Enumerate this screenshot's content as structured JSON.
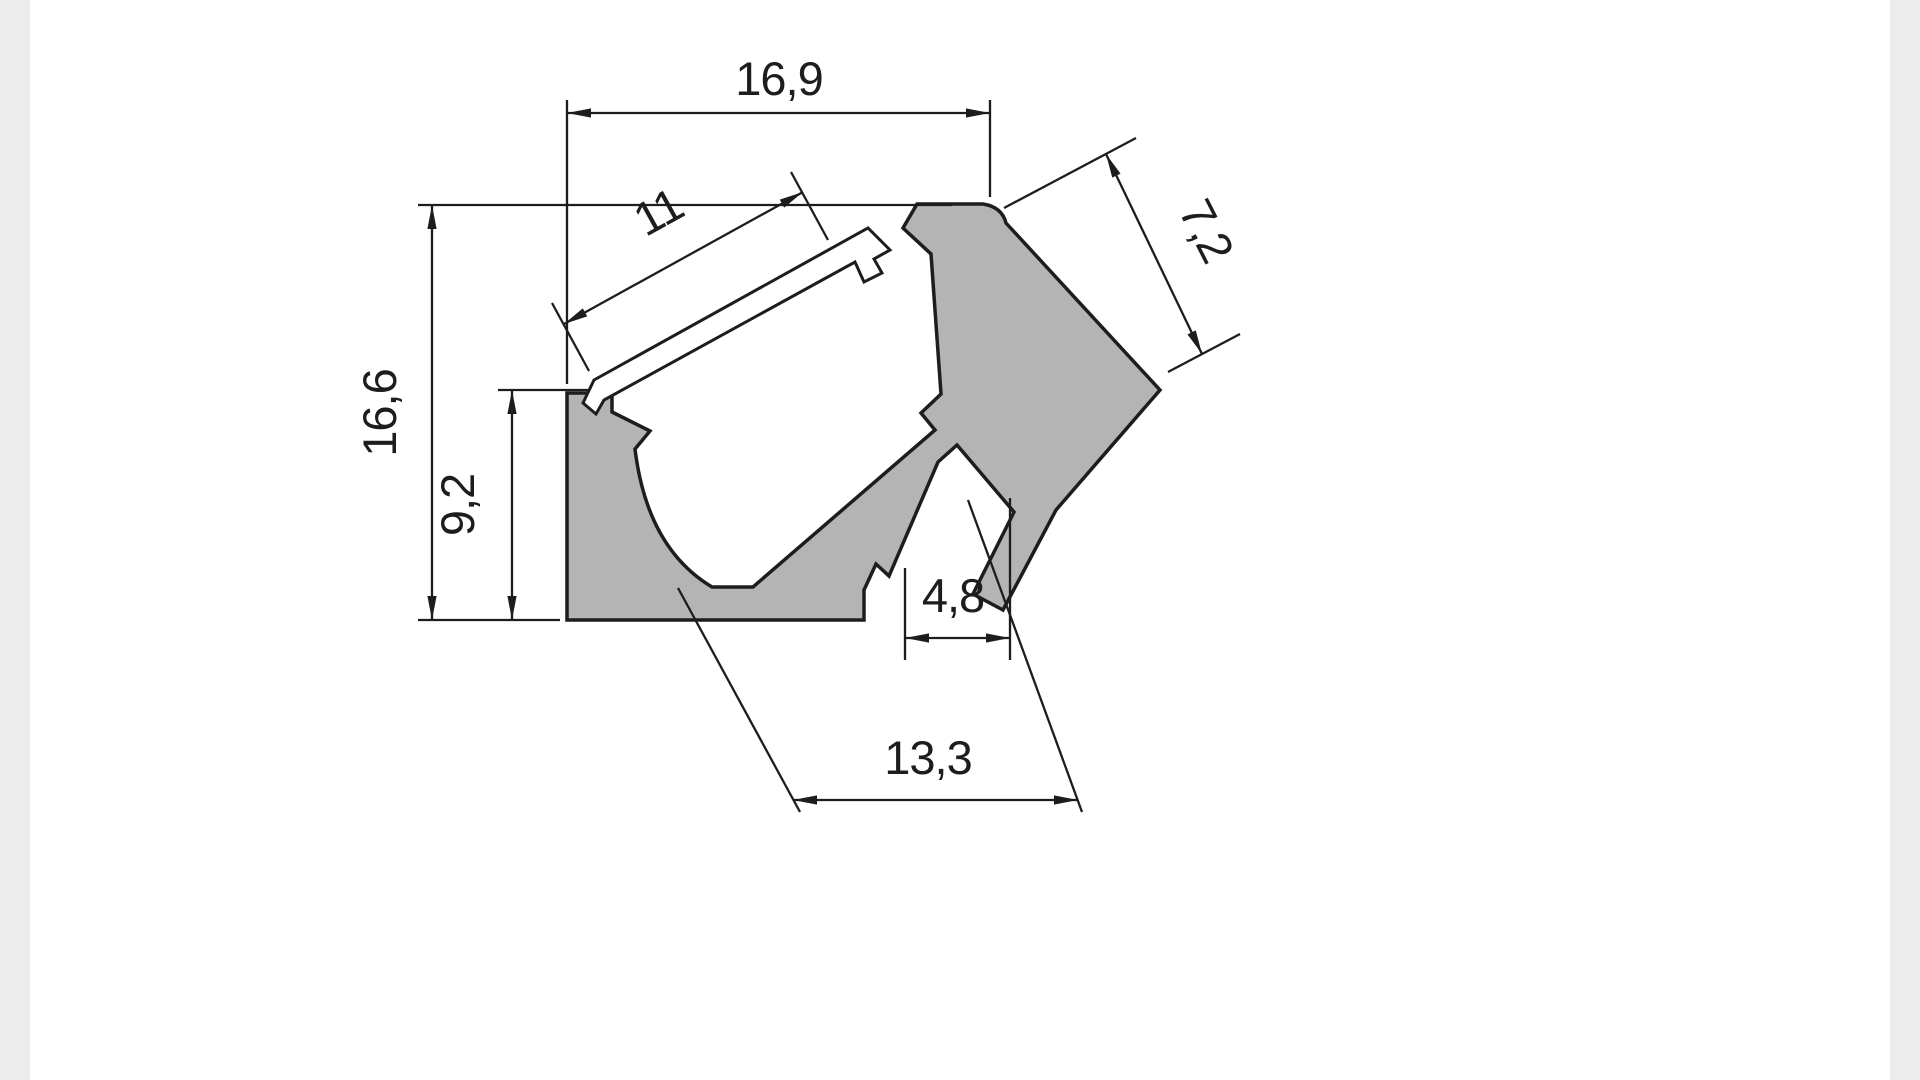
{
  "drawing": {
    "type": "technical-cross-section",
    "subject": "aluminium corner LED profile with diffuser cover",
    "dimensions": {
      "total_width": "16,9",
      "cover_length": "11",
      "arm_width": "7,2",
      "total_height": "16,6",
      "left_height": "9,2",
      "groove_width": "4,8",
      "bottom_width": "13,3"
    },
    "colors": {
      "body_fill": "#b4b4b4",
      "cover_fill": "#ffffff",
      "line": "#1d1d1d",
      "background": "#ffffff",
      "edge_strip": "#ececec"
    }
  }
}
